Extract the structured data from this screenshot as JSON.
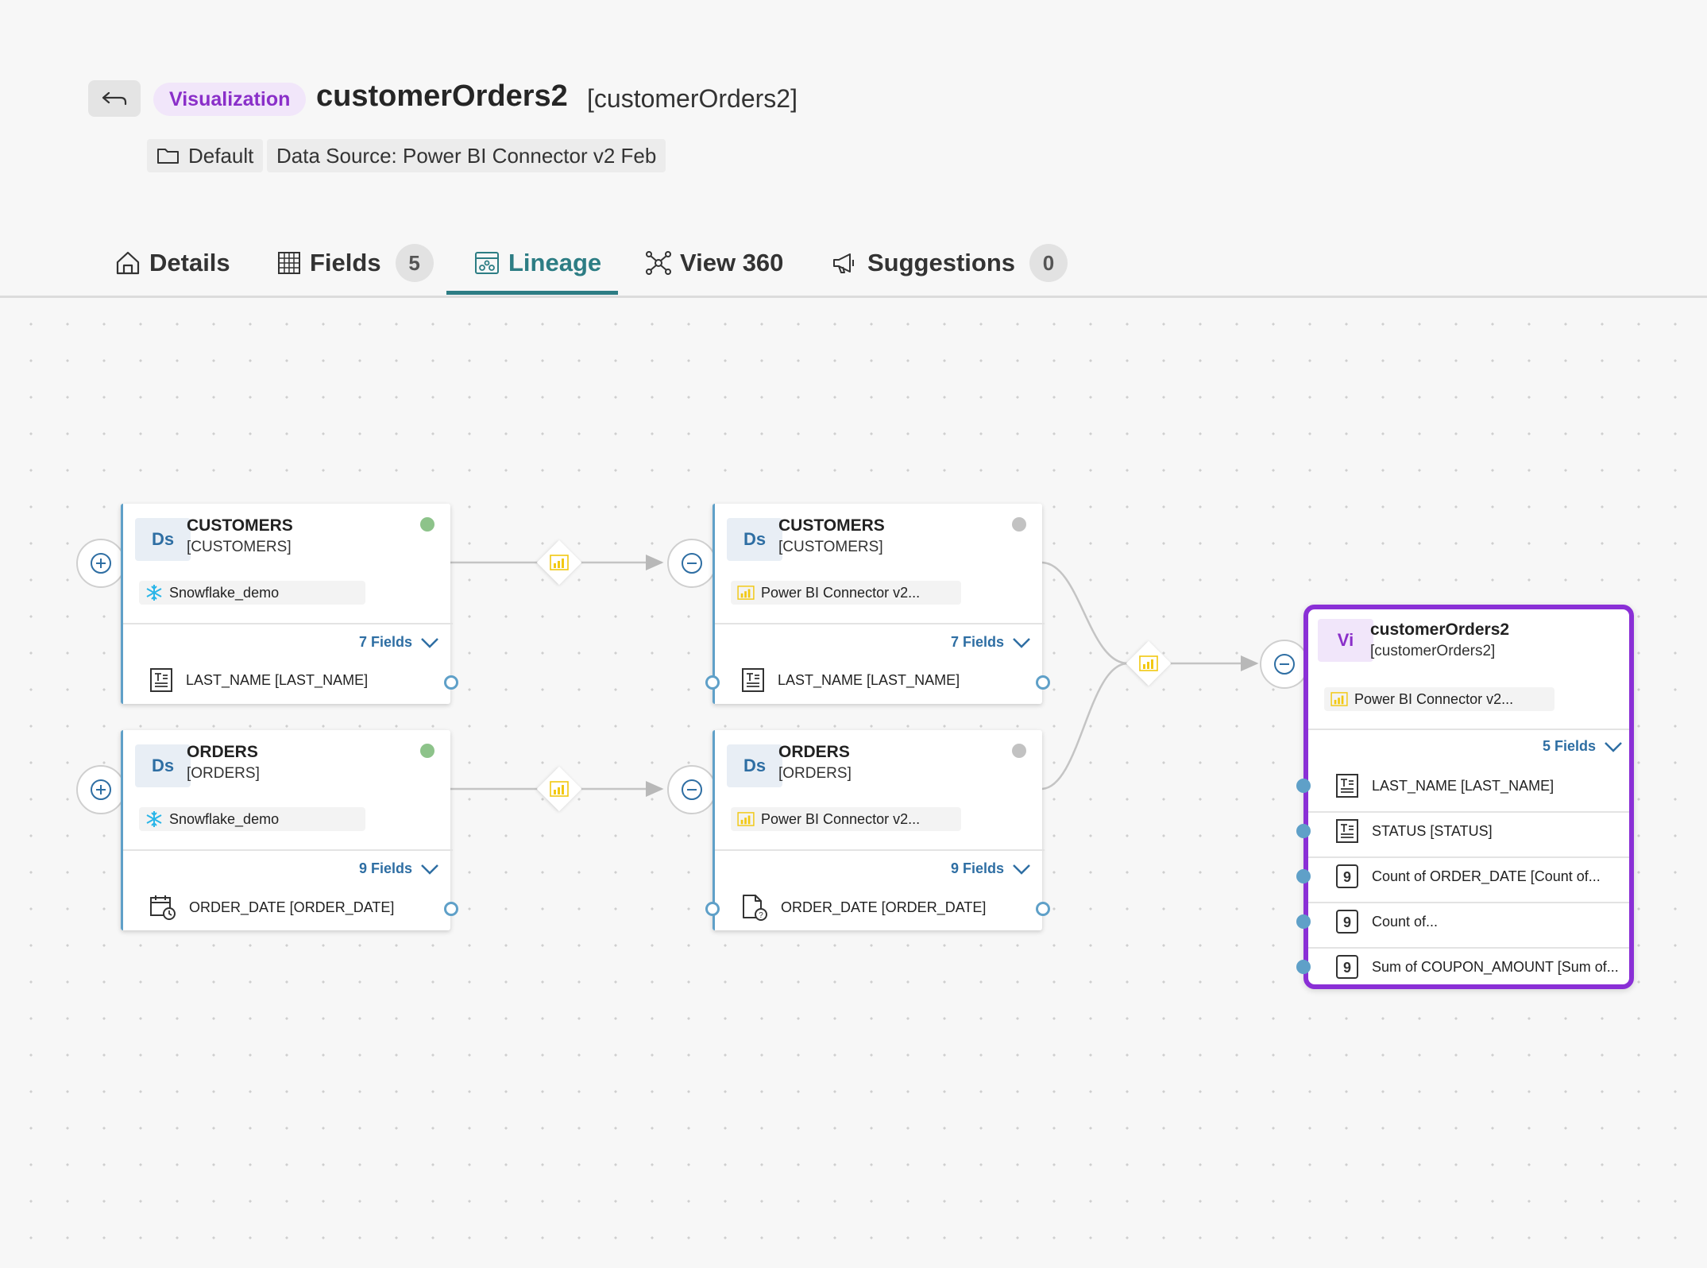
{
  "header": {
    "type_label": "Visualization",
    "title": "customerOrders2",
    "subtitle": "[customerOrders2]",
    "folder_label": "Default",
    "data_source_label": "Data Source: Power BI Connector v2 Feb"
  },
  "tabs": [
    {
      "label": "Details",
      "icon": "home-icon"
    },
    {
      "label": "Fields",
      "count": "5",
      "icon": "grid-icon"
    },
    {
      "label": "Lineage",
      "icon": "lineage-icon",
      "active": true
    },
    {
      "label": "View 360",
      "icon": "network-icon"
    },
    {
      "label": "Suggestions",
      "count": "0",
      "icon": "megaphone-icon"
    }
  ],
  "nodes": {
    "sf_customers": {
      "badge": "Ds",
      "title": "CUSTOMERS",
      "subtitle": "[CUSTOMERS]",
      "status_color": "#8dc38a",
      "source": "Snowflake_demo",
      "source_icon": "snowflake-icon",
      "fields_toggle": "7 Fields",
      "field": "LAST_NAME [LAST_NAME]",
      "field_icon": "text-field-icon"
    },
    "sf_orders": {
      "badge": "Ds",
      "title": "ORDERS",
      "subtitle": "[ORDERS]",
      "status_color": "#8dc38a",
      "source": "Snowflake_demo",
      "source_icon": "snowflake-icon",
      "fields_toggle": "9 Fields",
      "field": "ORDER_DATE [ORDER_DATE]",
      "field_icon": "calendar-field-icon"
    },
    "pbi_customers": {
      "badge": "Ds",
      "title": "CUSTOMERS",
      "subtitle": "[CUSTOMERS]",
      "status_color": "#c2c2c2",
      "source": "Power BI Connector v2...",
      "source_icon": "powerbi-icon",
      "fields_toggle": "7 Fields",
      "field": "LAST_NAME [LAST_NAME]",
      "field_icon": "text-field-icon"
    },
    "pbi_orders": {
      "badge": "Ds",
      "title": "ORDERS",
      "subtitle": "[ORDERS]",
      "status_color": "#c2c2c2",
      "source": "Power BI Connector v2...",
      "source_icon": "powerbi-icon",
      "fields_toggle": "9 Fields",
      "field": "ORDER_DATE [ORDER_DATE]",
      "field_icon": "unknown-field-icon"
    },
    "visualization": {
      "badge": "Vi",
      "title": "customerOrders2",
      "subtitle": "[customerOrders2]",
      "source": "Power BI Connector v2...",
      "source_icon": "powerbi-icon",
      "fields_toggle": "5 Fields",
      "fields": [
        {
          "label": "LAST_NAME [LAST_NAME]",
          "icon": "text-field-icon"
        },
        {
          "label": "STATUS [STATUS]",
          "icon": "text-field-icon"
        },
        {
          "label": "Count of ORDER_DATE [Count of...",
          "icon": "number-field-icon"
        },
        {
          "label": "Count of...",
          "icon": "number-field-icon"
        },
        {
          "label": "Sum of COUPON_AMOUNT [Sum of...",
          "icon": "number-field-icon"
        }
      ]
    }
  },
  "colors": {
    "accent_teal": "#2d7d84",
    "visualization_purple": "#8a2fd6",
    "port_blue": "#5fa0c8",
    "powerbi_yellow": "#f2c811"
  }
}
